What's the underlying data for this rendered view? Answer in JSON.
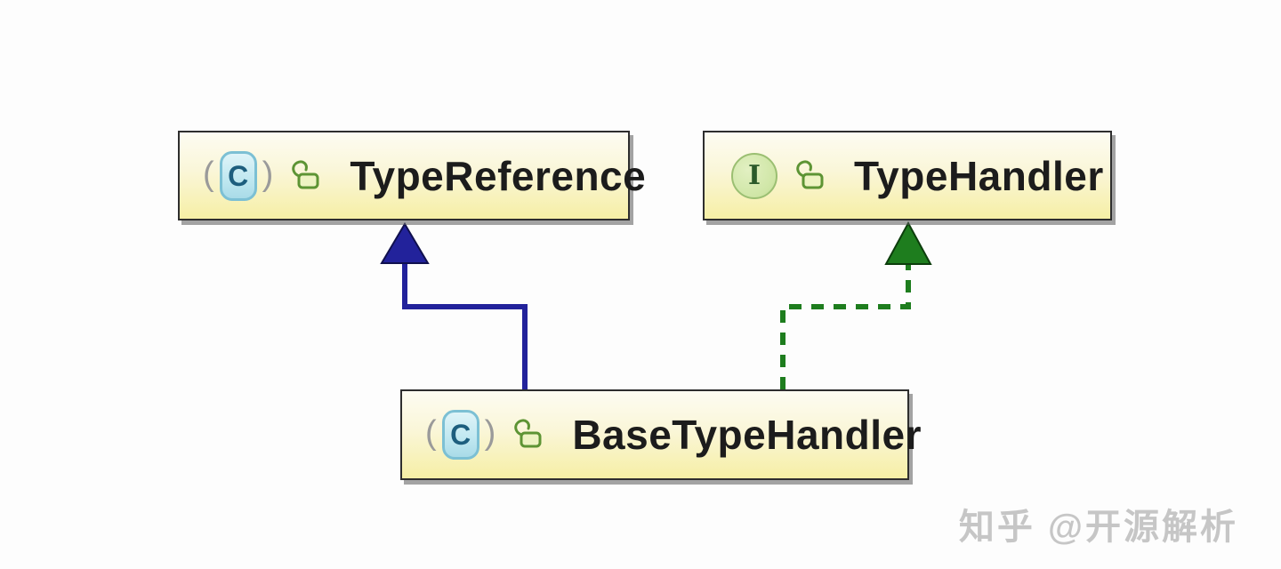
{
  "diagram": {
    "type": "uml-class-diagram",
    "nodes": [
      {
        "id": "type-reference",
        "label": "TypeReference",
        "kind": "class",
        "icon_letter": "C",
        "visibility": "public"
      },
      {
        "id": "type-handler",
        "label": "TypeHandler",
        "kind": "interface",
        "icon_letter": "I",
        "visibility": "public"
      },
      {
        "id": "base-type-handler",
        "label": "BaseTypeHandler",
        "kind": "class",
        "icon_letter": "C",
        "visibility": "public"
      }
    ],
    "edges": [
      {
        "from": "BaseTypeHandler",
        "to": "TypeReference",
        "relation": "extends",
        "line": "solid",
        "color": "#22229b"
      },
      {
        "from": "BaseTypeHandler",
        "to": "TypeHandler",
        "relation": "implements",
        "line": "dashed",
        "color": "#1e7d1e"
      }
    ],
    "icon_decorations": {
      "paren_open": "(",
      "paren_close": ")"
    },
    "colors": {
      "node_fill_top": "#fdfcf2",
      "node_fill_bottom": "#f6efa5",
      "node_border": "#2e2e2e",
      "label_text": "#1c1c1c",
      "extends_arrow": "#22229b",
      "implements_arrow": "#1e7d1e",
      "class_icon_fill": "#bfe7f0",
      "class_icon_border": "#7cc0d4",
      "class_icon_letter": "#1d5e7e",
      "interface_icon_fill": "#cfe6a6",
      "interface_icon_border": "#9bbf72",
      "interface_icon_letter": "#2b5a2b",
      "lock_icon_green": "#5d9434",
      "background": "#fdfdfd"
    }
  },
  "watermark": {
    "text": "知乎 @开源解析",
    "color": "#c6c6c6"
  }
}
